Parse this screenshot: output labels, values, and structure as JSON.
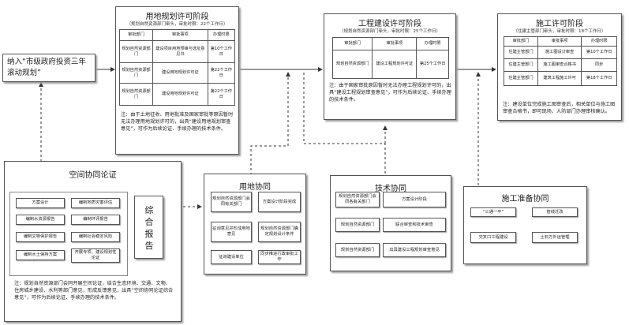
{
  "start_text": "纳入“市级政府投资三年滚动规划”",
  "land_permit": {
    "title": "用地规划许可阶段",
    "subtitle": "（规划自然资源部门牵头，审批时限：22个工作日）",
    "headers": [
      "审批部门",
      "审批事项",
      "办理时限"
    ],
    "rows": [
      [
        "规划自然资源部门",
        "建设项目用地预审与选址意见书",
        "第10个工作日"
      ],
      [
        "规划自然资源部门",
        "建设用地规划许可证",
        "第22个工作日"
      ],
      [
        "规划自然资源部门",
        "建设用地规划许可证",
        "第22个工作日"
      ]
    ],
    "note": "注：由于土地征收、用地批准及国家审批等原因暂时无法办理用地规划许可的，出具“建设用地规划审查意见”，可作为后续论证、手续办理的技术条件。"
  },
  "eng_permit": {
    "title": "工程建设许可阶段",
    "subtitle": "（规划自然资源部门牵头，审批时限：25个工作日）",
    "headers": [
      "审批部门",
      "审批事项",
      "办理时限"
    ],
    "rows": [
      [
        "规划自然资源部门",
        "建设工程规划许可证",
        "第25个工作日"
      ]
    ],
    "note": "注：由于国家审批原因暂时无法办理工程规划许可的，出具“建设工程规划审查意见”，可作为后续论证、手续办理的技术条件。"
  },
  "construction_permit": {
    "title": "施工许可阶段",
    "subtitle": "（住建主管部门牵头，审批时限：18个工作日）",
    "headers": [
      "审批部门",
      "审批事项",
      "办理时限"
    ],
    "rows": [
      [
        "住建主管部门",
        "施工图设计审查",
        "第10个工作日"
      ],
      [
        "住建主管部门",
        "施工图审查合格书",
        "同步"
      ],
      [
        "住建主管部门",
        "建筑工程施工许可",
        "第18个工作日"
      ]
    ],
    "note": "注：建设单位完成施工图审查后，相关单位与施工图审查合格书，即可现场、人防部门办理审核确认。"
  },
  "spatial": {
    "title": "空间协同论证",
    "items": [
      "方案设计",
      "编制地质灾害评估",
      "编制水资源报告",
      "编制环评报告",
      "编制文物保护报告",
      "编制社会稳定风险",
      "编制水土保持方案",
      "开展专项、建设规划性论证"
    ],
    "note": "注：规划自然资源部门会同开展空间论证，结合生态环境、交通、文物、住房城乡建设、水利等部门意见，形成反馈意见，出具“空间协同论证综合意见”，可作为后续论证、手续办理的技术条件。"
  },
  "report_text": "综合报告",
  "land_coord": {
    "title": "用地协同",
    "items": [
      "规划自然资源部门会同有关部门",
      "方案设计阶段完成",
      "征询意见并形成用地意见",
      "规划自然资源部门确定规划设计条件",
      "征询建设单位",
      "同步推进行政审批工作"
    ]
  },
  "tech_coord": {
    "title": "技术协同",
    "items": [
      "规划自然资源部门会同各有关部门",
      "方案设计阶段",
      "规划自然资源部门",
      "联合审查和技术审查",
      "规划自然资源部门",
      "出具建设工程规划审查意见"
    ]
  },
  "prep": {
    "title": "施工准备协同",
    "items": [
      "“三通一平”",
      "管线迁改",
      "交叉口工程建设",
      "土石方外运管理"
    ]
  }
}
